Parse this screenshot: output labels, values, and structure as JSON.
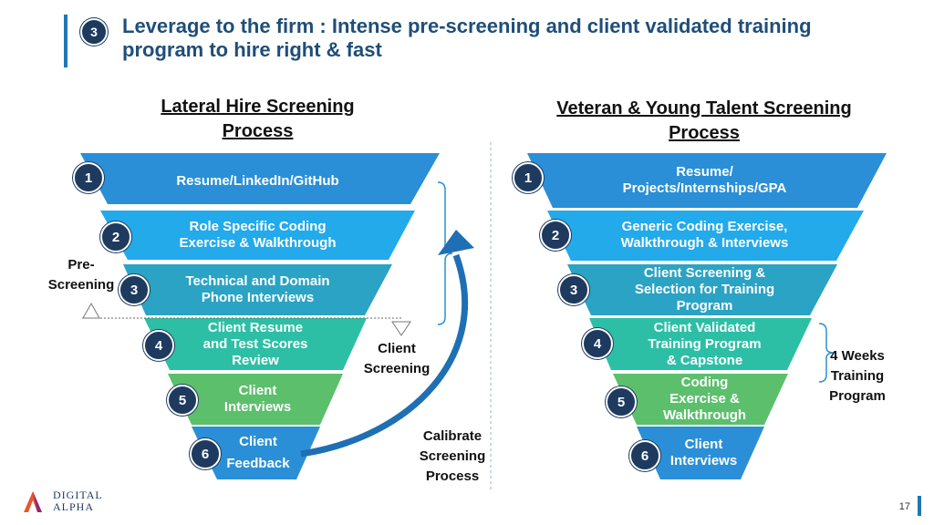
{
  "slide": {
    "number_badge": "3",
    "title": "Leverage to the firm : Intense pre-screening and client validated training program to hire right & fast",
    "page_number": "17"
  },
  "logo": {
    "line1": "DIGITAL",
    "line2": "ALPHA"
  },
  "left": {
    "heading_line1": "Lateral Hire Screening",
    "heading_line2": "Process",
    "stages": [
      {
        "num": "1",
        "text": "Resume/LinkedIn/GitHub"
      },
      {
        "num": "2",
        "text": "Role Specific Coding\nExercise & Walkthrough"
      },
      {
        "num": "3",
        "text": "Technical and Domain\nPhone Interviews"
      },
      {
        "num": "4",
        "text": "Client Resume\nand Test Scores\nReview"
      },
      {
        "num": "5",
        "text": "Client\nInterviews"
      },
      {
        "num": "6",
        "text": "Client\nFeedback"
      }
    ],
    "pre_screening_label": "Pre-\nScreening",
    "client_screening_label": "Client\nScreening",
    "calibrate_label": "Calibrate\nScreening\nProcess"
  },
  "right": {
    "heading_line1": "Veteran & Young Talent Screening",
    "heading_line2": "Process",
    "stages": [
      {
        "num": "1",
        "text": "Resume/\nProjects/Internships/GPA"
      },
      {
        "num": "2",
        "text": "Generic Coding Exercise,\nWalkthrough & Interviews"
      },
      {
        "num": "3",
        "text": "Client Screening &\nSelection for Training\nProgram"
      },
      {
        "num": "4",
        "text": "Client Validated\nTraining Program\n& Capstone"
      },
      {
        "num": "5",
        "text": "Coding\nExercise &\nWalkthrough"
      },
      {
        "num": "6",
        "text": "Client\nInterviews"
      }
    ],
    "training_label": "4 Weeks\nTraining\nProgram"
  },
  "colors": {
    "stage1": "#2a8fd6",
    "stage2": "#22aaeb",
    "stage3": "#2aa3c4",
    "stage4": "#2cbfa6",
    "stage5": "#5cbf6c",
    "stage6": "#2a8fd6",
    "badge": "#1e3a5f",
    "title": "#1f4e79"
  }
}
